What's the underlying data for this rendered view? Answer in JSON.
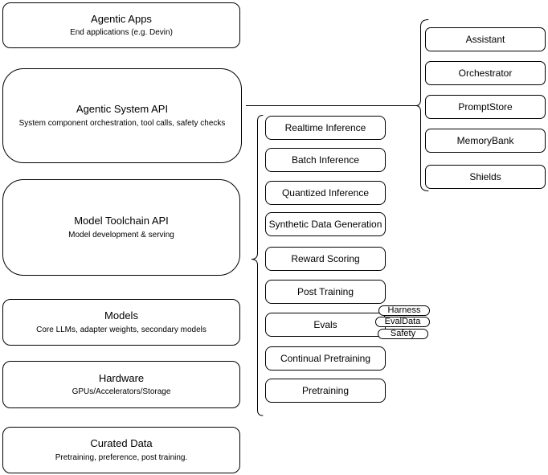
{
  "diagram": {
    "left_stack": [
      {
        "title": "Agentic Apps",
        "subtitle": "End applications (e.g. Devin)"
      },
      {
        "title": "Agentic System API",
        "subtitle": "System component orchestration, tool calls, safety checks"
      },
      {
        "title": "Model Toolchain API",
        "subtitle": "Model development & serving"
      },
      {
        "title": "Models",
        "subtitle": "Core LLMs, adapter weights, secondary models"
      },
      {
        "title": "Hardware",
        "subtitle": "GPUs/Accelerators/Storage"
      },
      {
        "title": "Curated Data",
        "subtitle": "Pretraining, preference, post training."
      }
    ],
    "toolchain": {
      "items": [
        "Realtime Inference",
        "Batch Inference",
        "Quantized Inference",
        "Synthetic Data Generation",
        "Reward Scoring",
        "Post Training",
        "Evals",
        "Continual Pretraining",
        "Pretraining"
      ]
    },
    "evals_tags": [
      "Harness",
      "EvalData",
      "Safety"
    ],
    "system_components": [
      "Assistant",
      "Orchestrator",
      "PromptStore",
      "MemoryBank",
      "Shields"
    ],
    "colors": {
      "stroke": "#000000",
      "fill": "#ffffff",
      "background": "#ffffff",
      "text": "#000000"
    }
  }
}
